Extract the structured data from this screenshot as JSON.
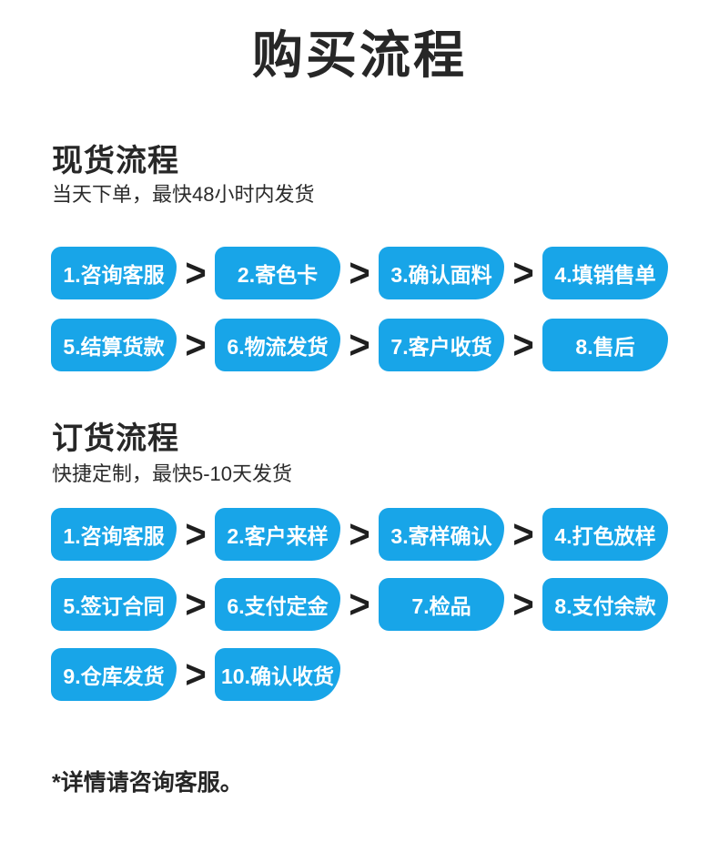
{
  "page": {
    "title": "购买流程",
    "footnote": "*详情请咨询客服。"
  },
  "colors": {
    "button_blue": "#18a5e8",
    "arrow_dark": "#1f1f1f",
    "text_dark": "#272727"
  },
  "icons": {
    "arrow_right": ">"
  },
  "sections": [
    {
      "heading": "现货流程",
      "subheading": "当天下单，最快48小时内发货",
      "rows": [
        [
          "1.咨询客服",
          "2.寄色卡",
          "3.确认面料",
          "4.填销售单"
        ],
        [
          "5.结算货款",
          "6.物流发货",
          "7.客户收货",
          "8.售后"
        ]
      ]
    },
    {
      "heading": "订货流程",
      "subheading": "快捷定制，最快5-10天发货",
      "rows": [
        [
          "1.咨询客服",
          "2.客户来样",
          "3.寄样确认",
          "4.打色放样"
        ],
        [
          "5.签订合同",
          "6.支付定金",
          "7.检品",
          "8.支付余款"
        ],
        [
          "9.仓库发货",
          "10.确认收货"
        ]
      ]
    }
  ]
}
